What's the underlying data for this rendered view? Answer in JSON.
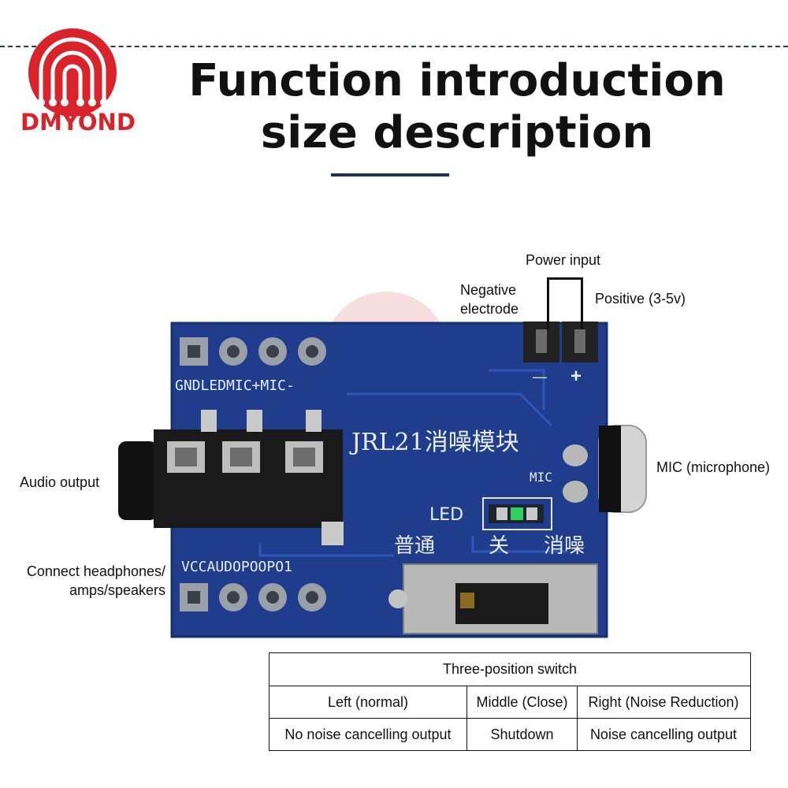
{
  "brand": {
    "name": "DMYOND",
    "color": "#d8232a"
  },
  "header": {
    "title_line1": "Function introduction",
    "title_line2": "size description"
  },
  "board": {
    "pin_labels_top": "GNDLEDMIC+MIC-",
    "pin_labels_bottom": "VCCAUDOPOOPO1",
    "chip_label": "JRL21消噪模块",
    "mic_silk": "MIC",
    "led_silk": "LED",
    "switch_silk": [
      "普通",
      "关",
      "消噪"
    ],
    "minus": "—",
    "plus": "+",
    "board_color": "#1f3d8c"
  },
  "callouts": {
    "power_input": "Power input",
    "negative": [
      "Negative",
      "electrode"
    ],
    "positive": "Positive (3-5v)",
    "mic": "MIC (microphone)",
    "audio_output": "Audio output",
    "connect": [
      "Connect headphones/",
      "amps/speakers"
    ]
  },
  "table": {
    "header": "Three-position switch",
    "positions": [
      "Left (normal)",
      "Middle (Close)",
      "Right (Noise Reduction)"
    ],
    "results": [
      "No noise cancelling output",
      "Shutdown",
      "Noise cancelling output"
    ]
  }
}
